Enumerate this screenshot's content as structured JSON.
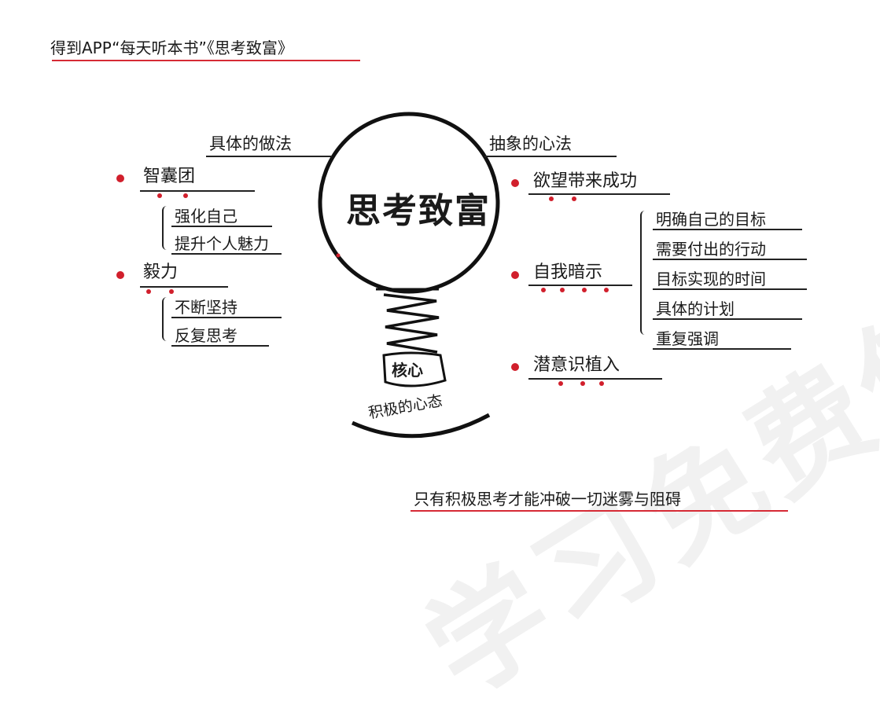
{
  "source_note": "得到APP“每天听本书”《思考致富》",
  "center": {
    "title": "思考致富",
    "core": "核心",
    "arc_label": "积极的心态"
  },
  "left": {
    "heading": "具体的做法",
    "groups": [
      {
        "label": "智囊团",
        "children": [
          "强化自己",
          "提升个人魅力"
        ]
      },
      {
        "label": "毅力",
        "children": [
          "不断坚持",
          "反复思考"
        ]
      }
    ]
  },
  "right": {
    "heading": "抽象的心法",
    "items": [
      {
        "label": "欲望带来成功"
      },
      {
        "label": "自我暗示",
        "children": [
          "明确自己的目标",
          "需要付出的行动",
          "目标实现的时间",
          "具体的计划",
          "重复强调"
        ]
      },
      {
        "label": "潜意识植入"
      }
    ]
  },
  "footer_note": "只有积极思考才能冲破一切迷雾与阻碍",
  "watermark": "学习免费使用 商业用途",
  "colors": {
    "ink": "#1a1a1a",
    "accent_red": "#d11f2c"
  }
}
